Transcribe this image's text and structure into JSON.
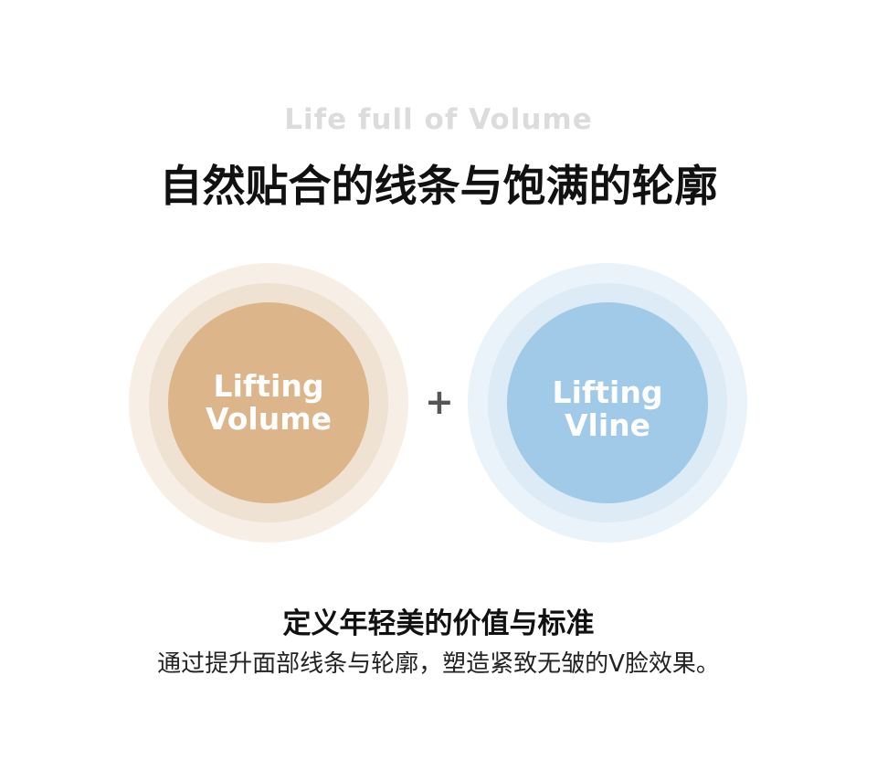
{
  "header": {
    "subtitle": "Life full of Volume",
    "title": "自然贴合的线条与饱满的轮廓"
  },
  "circles": [
    {
      "line1": "Lifting",
      "line2": "Volume",
      "colors": [
        "#f7efe5",
        "#f0e2d3",
        "#dcb68a"
      ]
    },
    {
      "line1": "Lifting",
      "line2": "Vline",
      "colors": [
        "#ebf3fa",
        "#dcebf6",
        "#a0cae8"
      ]
    }
  ],
  "plus": "+",
  "footer": {
    "heading": "定义年轻美的价值与标准",
    "description": "通过提升面部线条与轮廓，塑造紧致无皱的V脸效果。"
  }
}
